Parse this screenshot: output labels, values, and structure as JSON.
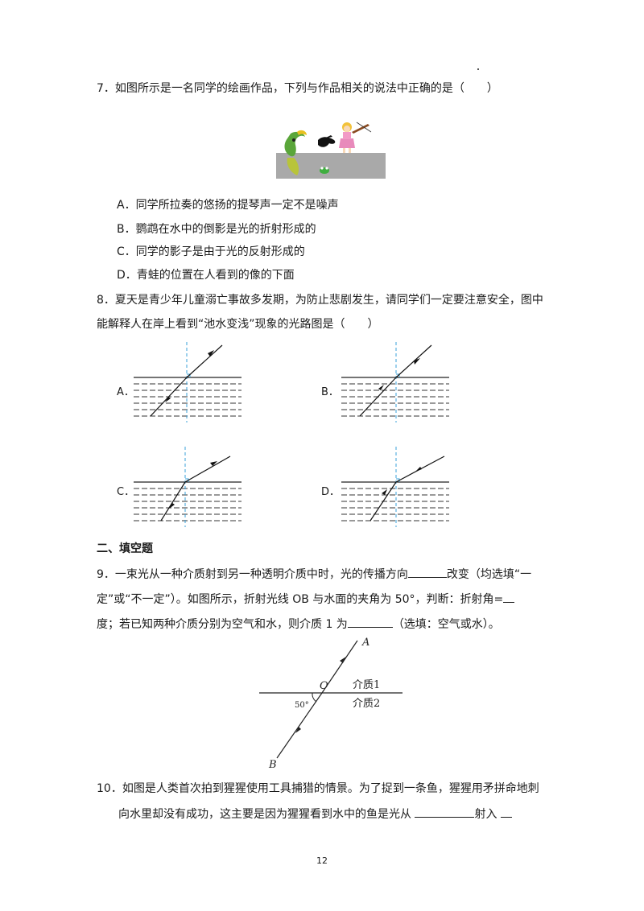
{
  "q7": {
    "text": "7．如图所示是一名同学的绘画作品，下列与作品相关的说法中正确的是（　　）",
    "options": [
      "A．同学所拉奏的悠扬的提琴声一定不是噪声",
      "B．鹦鹉在水中的倒影是光的折射形成的",
      "C．同学的影子是由于光的反射形成的",
      "D．青蛙的位置在人看到的像的下面"
    ]
  },
  "q8": {
    "line1": "8．夏天是青少年儿童溺亡事故多发期，为防止悲剧发生，请同学们一定要注意安全，图中",
    "line2": "能解释人在岸上看到“池水变浅”现象的光路图是（　　）",
    "labels": [
      "A．",
      "B．",
      "C．",
      "D．"
    ]
  },
  "section2": {
    "title": "二、填空题"
  },
  "q9": {
    "l1a": "9．一束光从一种介质射到另一种透明介质中时，光的传播方向",
    "l1b": "改变（均选填“一",
    "l2a": "定”或“不一定”）。如图所示，折射光线 OB 与水面的夹角为 50°，判断：折射角=",
    "l3a": "度；若已知两种介质分别为空气和水，则介质 1 为",
    "l3b": "（选填：空气或水）。",
    "figure": {
      "A": "A",
      "O": "O",
      "B": "B",
      "medium1": "介质1",
      "medium2": "介质2",
      "angle": "50°"
    }
  },
  "q10": {
    "l1": "10．如图是人类首次拍到猩猩使用工具捕猎的情景。为了捉到一条鱼，猩猩用矛拼命地刺",
    "l2a": "向水里却没有成功，这主要是因为猩猩看到水中的鱼是光从",
    "l2b": "射入"
  },
  "footer": {
    "page_number": "12"
  }
}
